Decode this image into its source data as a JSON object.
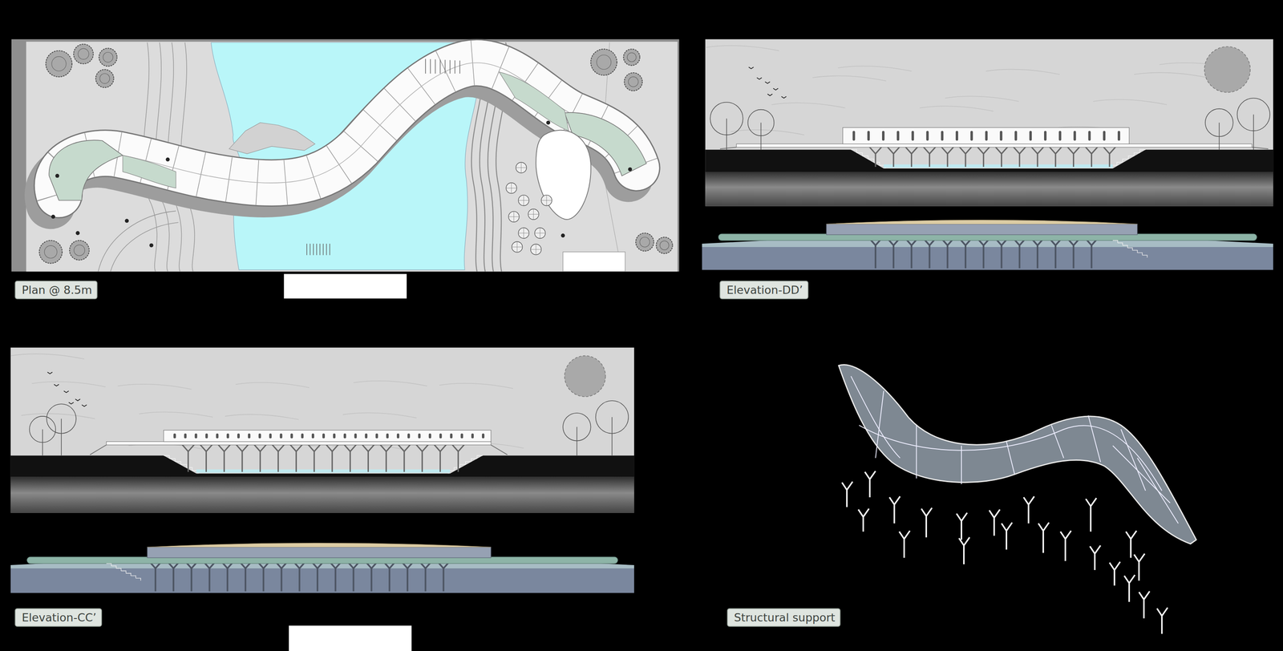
{
  "diagram": {
    "nodes": [
      {
        "text": [
          "Plan @ 8.5m"
        ]
      },
      {
        "text": [
          "Elevation-DD’"
        ]
      },
      {
        "text": [
          "Elevation-CC’"
        ]
      },
      {
        "text": [
          "Structural support"
        ]
      }
    ]
  }
}
